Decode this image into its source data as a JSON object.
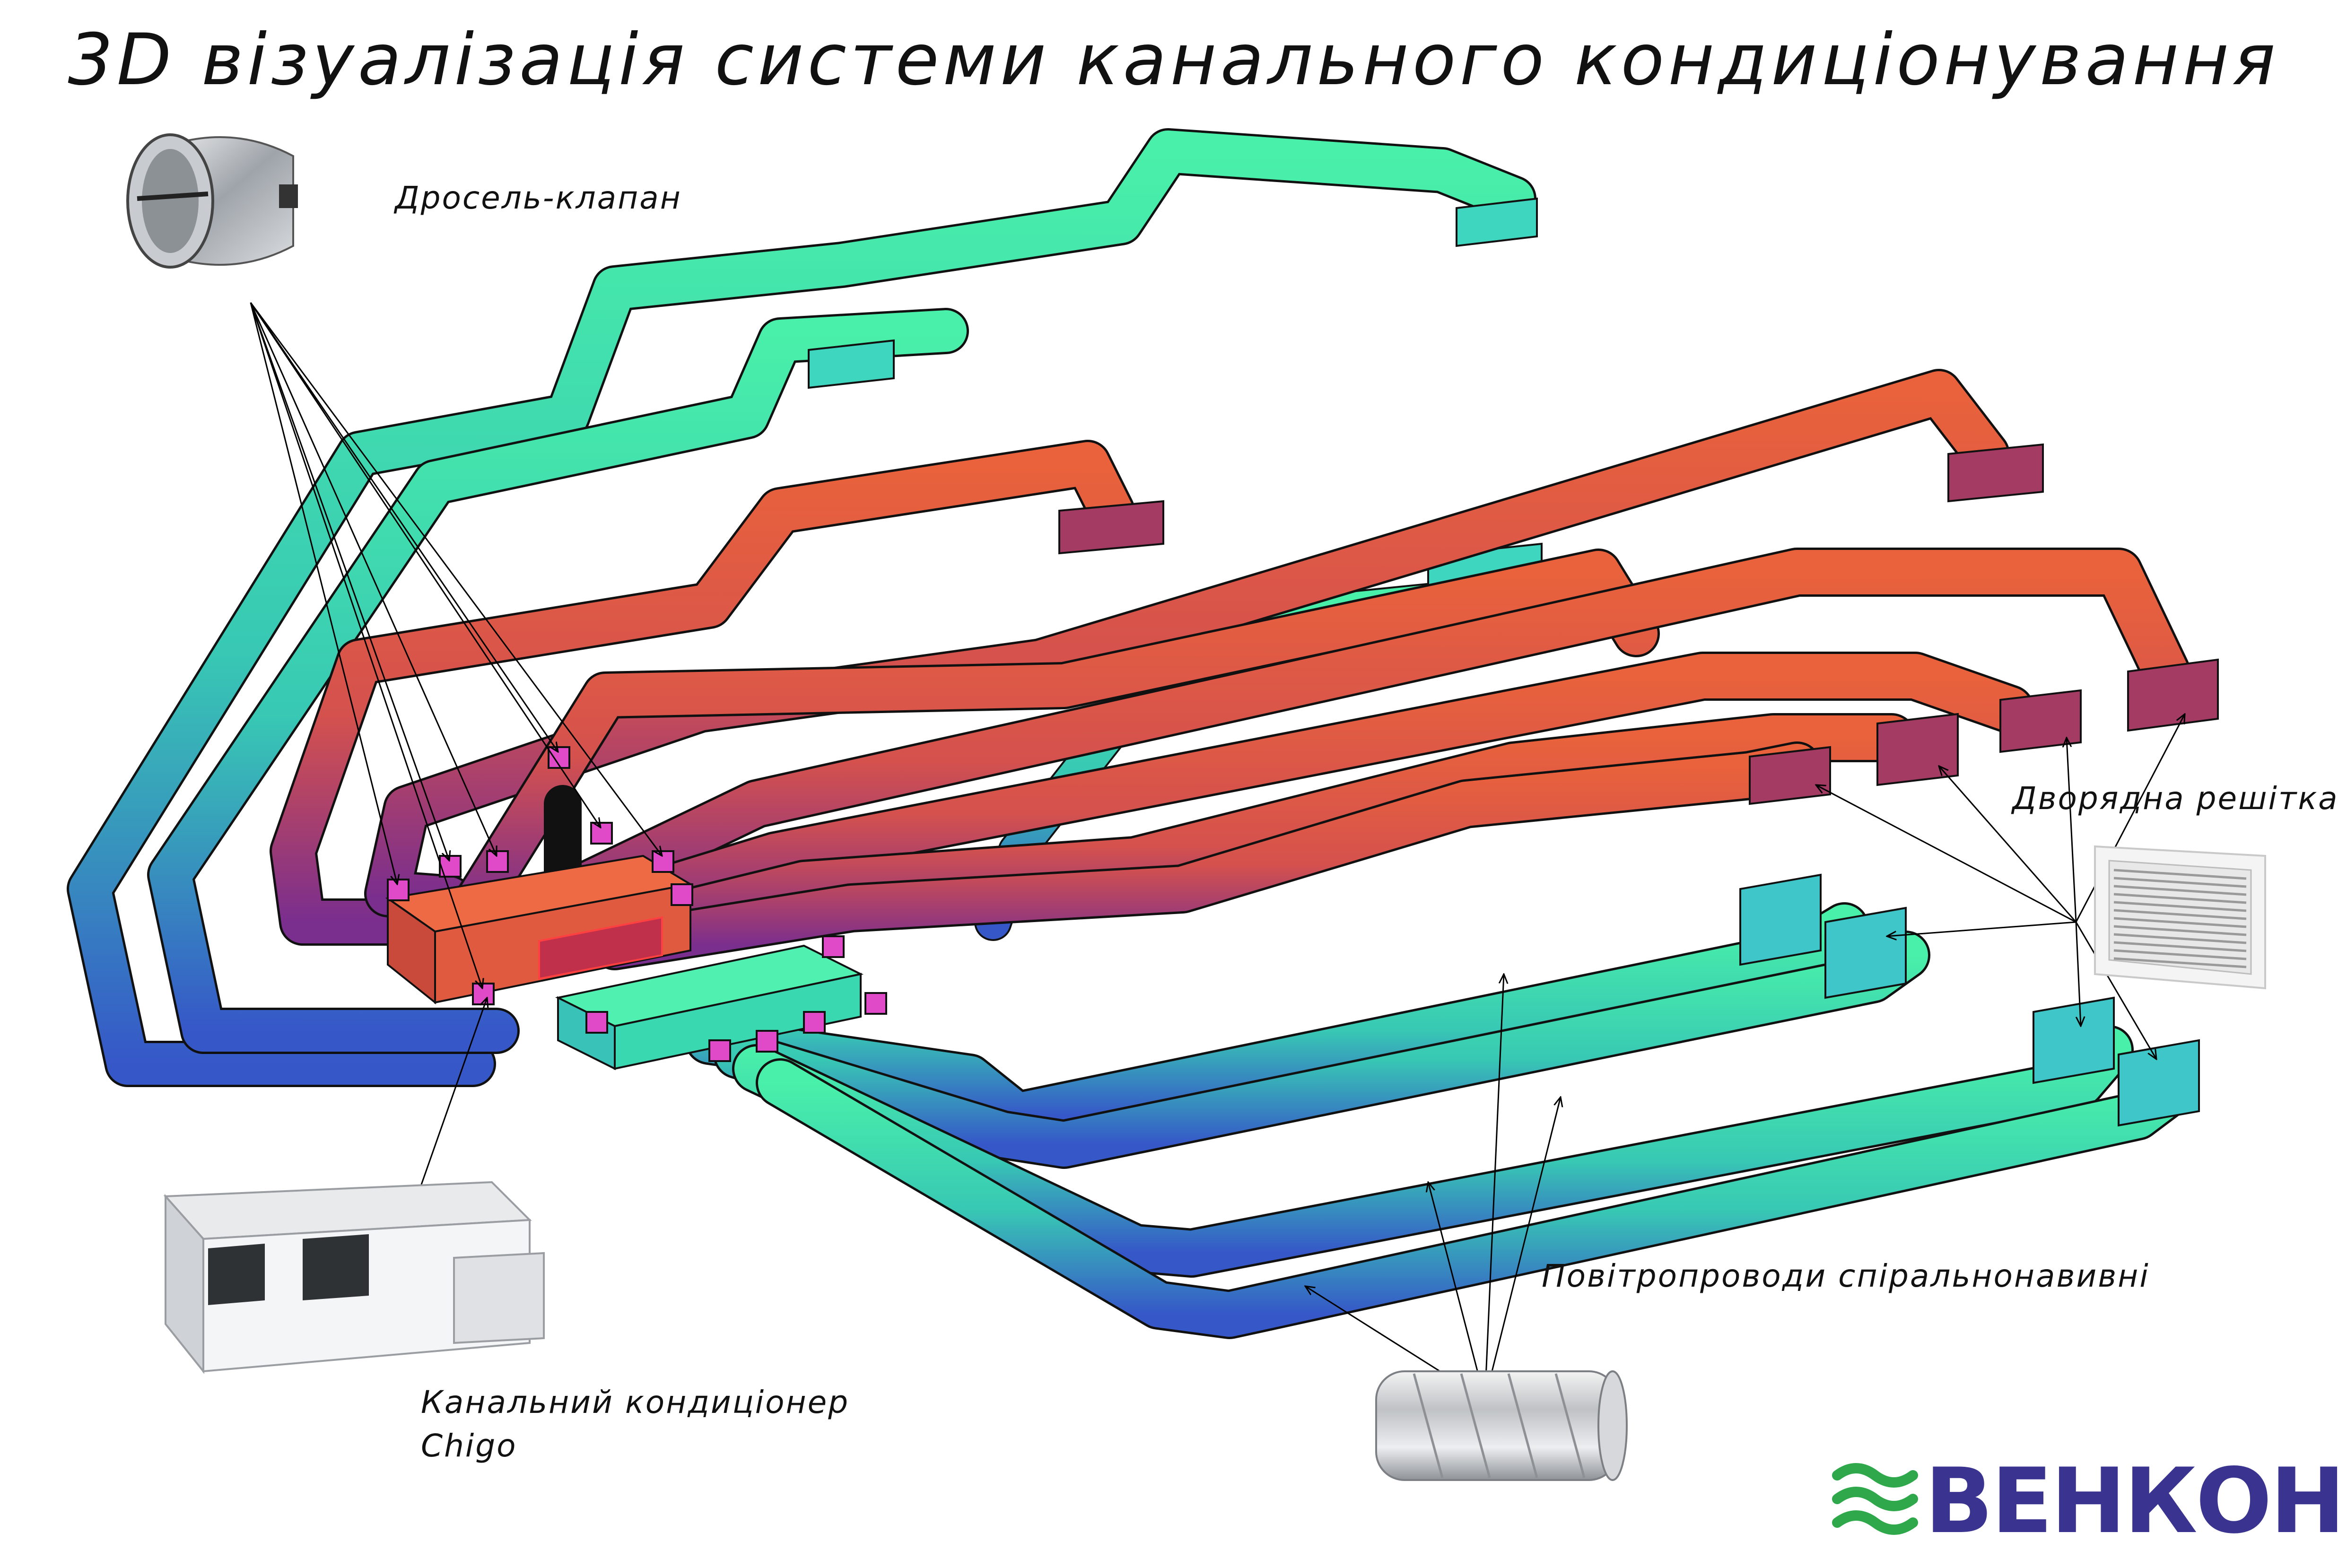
{
  "title": "3D візуалізація системи канального кондиціонування",
  "labels": {
    "damper": "Дросель-клапан",
    "grille": "Дворядна решітка",
    "ducts": "Повітропроводи спіральнонавивні",
    "unit_line1": "Канальний кондиціонер",
    "unit_line2": "Chigo"
  },
  "logo": {
    "text": "ВЕНКОН",
    "color": "#3a3490",
    "waves_color": "#2ea84a"
  },
  "colors": {
    "supply_duct": "#e8613f",
    "return_duct": "#3fe0a8",
    "grille_box": "#a33b63",
    "damper_ring": "#e04ac8",
    "arrow": "#000000"
  },
  "icons": [
    "damper-photo-icon",
    "grille-photo-icon",
    "spiral-duct-photo-icon",
    "duct-unit-photo-icon",
    "logo-waves-icon"
  ]
}
